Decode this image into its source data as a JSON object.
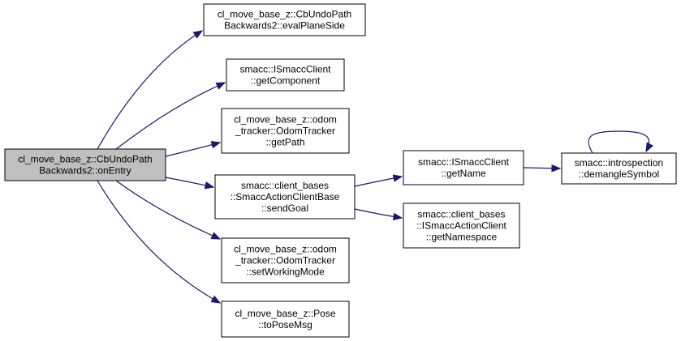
{
  "colors": {
    "node_fill": "#ffffff",
    "root_fill": "#bfbfbf",
    "node_border": "#000000",
    "edge": "#191970",
    "text": "#000000"
  },
  "nodes": [
    {
      "id": "onEntry",
      "lines": [
        "cl_move_base_z::CbUndoPath",
        "Backwards2::onEntry"
      ],
      "root": true
    },
    {
      "id": "evalPlaneSide",
      "lines": [
        "cl_move_base_z::CbUndoPath",
        "Backwards2::evalPlaneSide"
      ]
    },
    {
      "id": "getComponent",
      "lines": [
        "smacc::ISmaccClient",
        "::getComponent"
      ]
    },
    {
      "id": "getPath",
      "lines": [
        "cl_move_base_z::odom",
        "_tracker::OdomTracker",
        "::getPath"
      ]
    },
    {
      "id": "sendGoal",
      "lines": [
        "smacc::client_bases",
        "::SmaccActionClientBase",
        "::sendGoal"
      ]
    },
    {
      "id": "setWorkingMode",
      "lines": [
        "cl_move_base_z::odom",
        "_tracker::OdomTracker",
        "::setWorkingMode"
      ]
    },
    {
      "id": "toPoseMsg",
      "lines": [
        "cl_move_base_z::Pose",
        "::toPoseMsg"
      ]
    },
    {
      "id": "getName",
      "lines": [
        "smacc::ISmaccClient",
        "::getName"
      ]
    },
    {
      "id": "getNamespace",
      "lines": [
        "smacc::client_bases",
        "::ISmaccActionClient",
        "::getNamespace"
      ]
    },
    {
      "id": "demangleSymbol",
      "lines": [
        "smacc::introspection",
        "::demangleSymbol"
      ]
    }
  ],
  "edges": [
    {
      "from": "onEntry",
      "to": "evalPlaneSide"
    },
    {
      "from": "onEntry",
      "to": "getComponent"
    },
    {
      "from": "onEntry",
      "to": "getPath"
    },
    {
      "from": "onEntry",
      "to": "sendGoal"
    },
    {
      "from": "onEntry",
      "to": "setWorkingMode"
    },
    {
      "from": "onEntry",
      "to": "toPoseMsg"
    },
    {
      "from": "sendGoal",
      "to": "getName"
    },
    {
      "from": "sendGoal",
      "to": "getNamespace"
    },
    {
      "from": "getName",
      "to": "demangleSymbol"
    },
    {
      "from": "demangleSymbol",
      "to": "demangleSymbol"
    }
  ]
}
